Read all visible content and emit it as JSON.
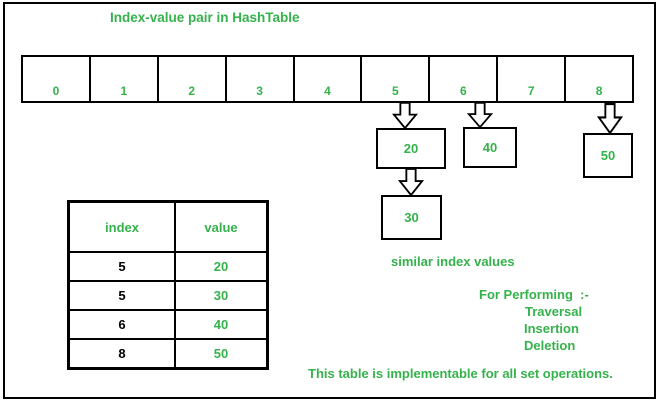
{
  "title": "Index-value pair in HashTable",
  "colors": {
    "green": "#35b24b",
    "line": "#000000"
  },
  "array": {
    "cells": [
      "0",
      "1",
      "2",
      "3",
      "4",
      "5",
      "6",
      "7",
      "8"
    ]
  },
  "chains": [
    {
      "index": "5",
      "boxes": [
        "20",
        "30"
      ]
    },
    {
      "index": "6",
      "boxes": [
        "40"
      ]
    },
    {
      "index": "8",
      "boxes": [
        "50"
      ]
    }
  ],
  "table": {
    "headers": [
      "index",
      "value"
    ],
    "rows": [
      [
        "5",
        "20"
      ],
      [
        "5",
        "30"
      ],
      [
        "6",
        "40"
      ],
      [
        "8",
        "50"
      ]
    ]
  },
  "annotations": {
    "similar": "similar index values",
    "performing": "For Performing  :-",
    "operations": [
      "Traversal",
      "Insertion",
      "Deletion"
    ],
    "footer": "This table is implementable for all set operations."
  }
}
